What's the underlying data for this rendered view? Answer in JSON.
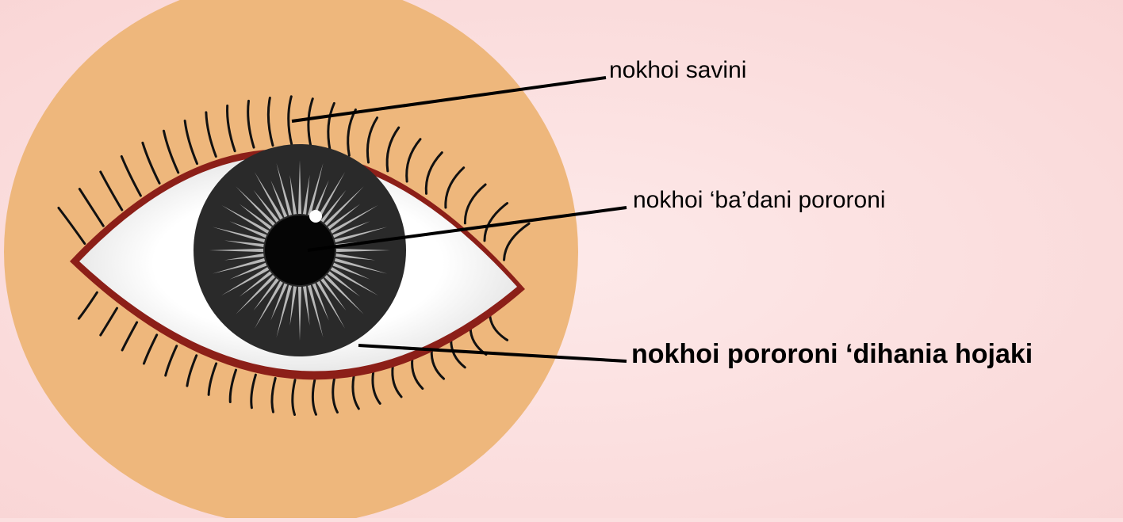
{
  "diagram": {
    "labels": [
      "nokhoi savini",
      "nokhoi ‘ba’dani pororoni",
      "nokhoi pororoni  ‘dihania hojaki"
    ]
  },
  "colors": {
    "background": "#fbe0e0",
    "skin": "#eeb77c",
    "eye_white": "#ffffff",
    "lid_rim": "#8c1f18",
    "iris": "#2a2a2a",
    "iris_rays": "#b8b8b8",
    "pupil": "#050505",
    "lashes": "#111111",
    "leader_lines": "#000000"
  }
}
